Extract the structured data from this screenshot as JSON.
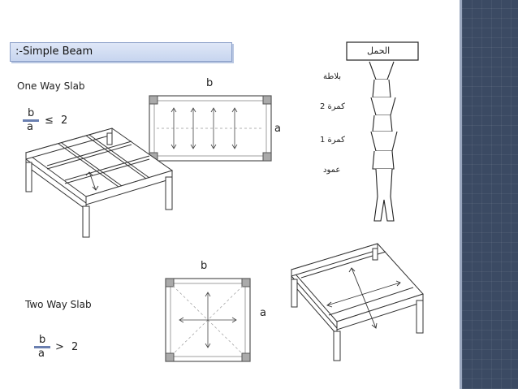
{
  "heading": ":-Simple Beam",
  "one_way": {
    "label": "One Way Slab",
    "ratio_num": "b",
    "ratio_den": "a",
    "operator": "≤",
    "value": "2",
    "plan_b": "b",
    "plan_a": "a"
  },
  "two_way": {
    "label": "Two Way Slab",
    "ratio_num": "b",
    "ratio_den": "a",
    "operator": ">",
    "value": "2",
    "plan_b": "b",
    "plan_a": "a"
  },
  "load_path": {
    "load": "الحمل",
    "slab": "بلاطة",
    "beam2": "كمرة 2",
    "beam1": "كمرة 1",
    "column": "عمود"
  },
  "colors": {
    "accent": "#6a7fb0",
    "sidebar": "#3b4a63"
  }
}
